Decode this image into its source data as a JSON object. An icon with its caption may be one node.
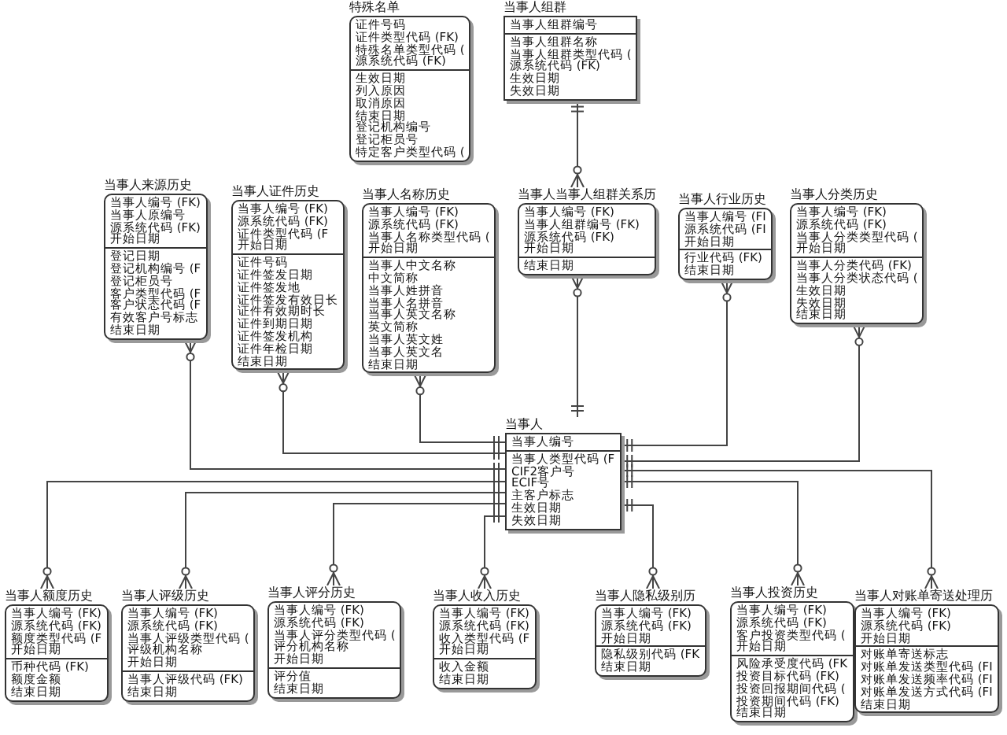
{
  "diagram": {
    "nodes": [
      {
        "text": [
          "特殊名单",
          "证件号码",
          "证件类型代码 (FK)",
          "特殊名单类型代码 (",
          "源系统代码 (FK)",
          "生效日期",
          "列入原因",
          "取消原因",
          "结束日期",
          "登记机构编号",
          "登记柜员号",
          "特定客户类型代码 ("
        ]
      },
      {
        "text": [
          "当事人组群",
          "当事人组群编号",
          "当事人组群名称",
          "当事人组群类型代码 (",
          "源系统代码 (FK)",
          "生效日期",
          "失效日期"
        ]
      },
      {
        "text": [
          "当事人来源历史",
          "当事人编号 (FK)",
          "当事人原编号",
          "源系统代码 (FK)",
          "开始日期",
          "登记日期",
          "登记机构编号 (F",
          "登记柜员号",
          "客户类型代码 (F",
          "客户状态代码 (F",
          "有效客户号标志",
          "结束日期"
        ]
      },
      {
        "text": [
          "当事人证件历史",
          "当事人编号 (FK)",
          "源系统代码 (FK)",
          "证件类型代码 (F",
          "开始日期",
          "证件号码",
          "证件签发日期",
          "证件签发地",
          "证件签发有效日长",
          "证件有效期时长",
          "证件到期日期",
          "证件签发机构",
          "证件年检日期",
          "结束日期"
        ]
      },
      {
        "text": [
          "当事人名称历史",
          "当事人编号 (FK)",
          "源系统代码 (FK)",
          "当事人名称类型代码 (",
          "开始日期",
          "当事人中文名称",
          "中文简称",
          "当事人姓拼音",
          "当事人名拼音",
          "当事人英文名称",
          "英文简称",
          "当事人英文姓",
          "当事人英文名",
          "结束日期"
        ]
      },
      {
        "text": [
          "当事人当事人组群关系历",
          "当事人编号 (FK)",
          "当事人组群编号 (FK)",
          "源系统代码 (FK)",
          "开始日期",
          "结束日期"
        ]
      },
      {
        "text": [
          "当事人行业历史",
          "当事人编号 (FI",
          "源系统代码 (FI",
          "开始日期",
          "行业代码 (FK)",
          "结束日期"
        ]
      },
      {
        "text": [
          "当事人分类历史",
          "当事人编号 (FK)",
          "源系统代码 (FK)",
          "当事人分类类型代码 (",
          "开始日期",
          "当事人分类代码 (FK)",
          "当事人分类状态代码 (",
          "生效日期",
          "失效日期",
          "结束日期"
        ]
      },
      {
        "text": [
          "当事人",
          "当事人编号",
          "当事人类型代码 (F",
          "CIF2客户号",
          "ECIF号",
          "主客户标志",
          "生效日期",
          "失效日期"
        ]
      },
      {
        "text": [
          "当事人额度历史",
          "当事人编号 (FK)",
          "源系统代码 (FK)",
          "额度类型代码 (F",
          "开始日期",
          "币种代码 (FK)",
          "额度金额",
          "结束日期"
        ]
      },
      {
        "text": [
          "当事人评级历史",
          "当事人编号 (FK)",
          "源系统代码 (FK)",
          "当事人评级类型代码 (",
          "评级机构名称",
          "开始日期",
          "当事人评级代码 (FK)",
          "结束日期"
        ]
      },
      {
        "text": [
          "当事人评分历史",
          "当事人编号 (FK)",
          "源系统代码 (FK)",
          "当事人评分类型代码 (",
          "评分机构名称",
          "开始日期",
          "评分值",
          "结束日期"
        ]
      },
      {
        "text": [
          "当事人收入历史",
          "当事人编号 (FK)",
          "源系统代码 (FK)",
          "收入类型代码 (F",
          "开始日期",
          "收入金额",
          "结束日期"
        ]
      },
      {
        "text": [
          "当事人隐私级别历",
          "当事人编号 (FK)",
          "源系统代码 (FK)",
          "开始日期",
          "隐私级别代码 (FK",
          "结束日期"
        ]
      },
      {
        "text": [
          "当事人投资历史",
          "当事人编号 (FK)",
          "源系统代码 (FK)",
          "客户投资类型代码 (",
          "开始日期",
          "风险承受度代码 (FK",
          "投资目标代码 (FK)",
          "投资回报期间代码 (",
          "投资期间代码 (FK)",
          "结束日期"
        ]
      },
      {
        "text": [
          "当事人对账单寄送处理历",
          "当事人编号 (FK)",
          "源系统代码 (FK)",
          "开始日期",
          "对账单寄送标志",
          "对账单发送类型代码 (FI",
          "对账单发送频率代码 (FI",
          "对账单发送方式代码 (FI",
          "结束日期"
        ]
      }
    ],
    "edges": [
      {
        "from": 1,
        "to": 5,
        "arrow": "other"
      },
      {
        "from": 8,
        "to": 5,
        "arrow": "other"
      },
      {
        "from": 8,
        "to": 2,
        "arrow": "other"
      },
      {
        "from": 8,
        "to": 3,
        "arrow": "other"
      },
      {
        "from": 8,
        "to": 4,
        "arrow": "other"
      },
      {
        "from": 8,
        "to": 6,
        "arrow": "other"
      },
      {
        "from": 8,
        "to": 7,
        "arrow": "other"
      },
      {
        "from": 8,
        "to": 9,
        "arrow": "other"
      },
      {
        "from": 8,
        "to": 10,
        "arrow": "other"
      },
      {
        "from": 8,
        "to": 11,
        "arrow": "other"
      },
      {
        "from": 8,
        "to": 12,
        "arrow": "other"
      },
      {
        "from": 8,
        "to": 13,
        "arrow": "other"
      },
      {
        "from": 8,
        "to": 14,
        "arrow": "other"
      },
      {
        "from": 8,
        "to": 15,
        "arrow": "other"
      }
    ]
  }
}
